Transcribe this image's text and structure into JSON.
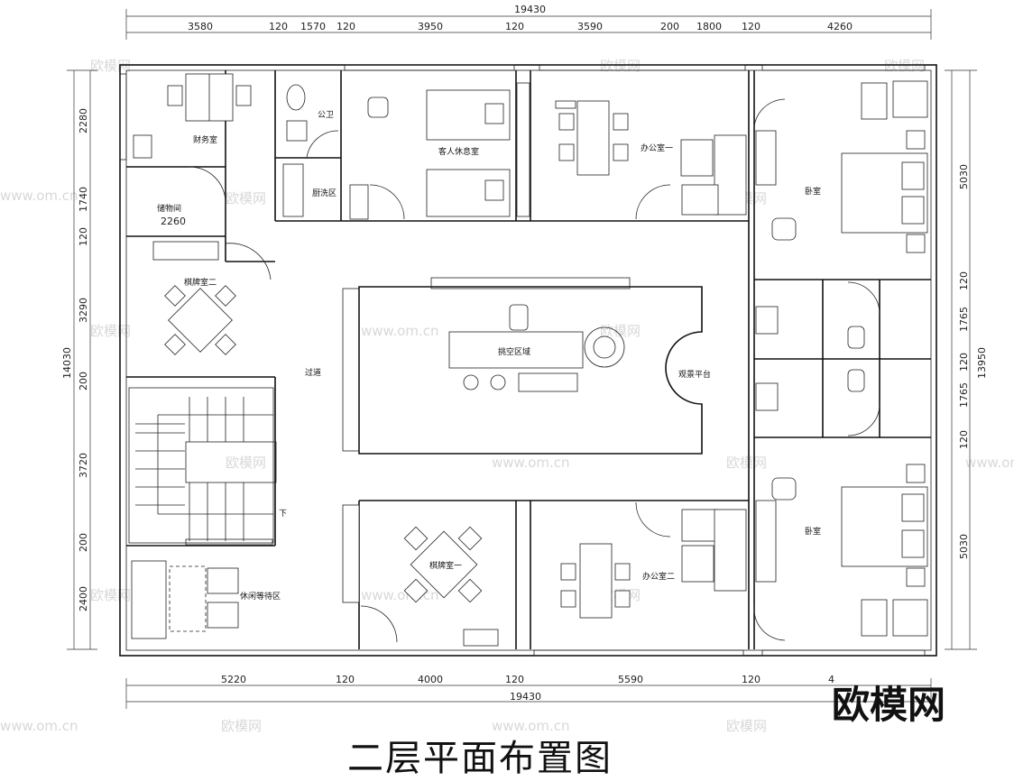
{
  "title": "二层平面布置图",
  "brand_logo": "欧模网",
  "watermark": "欧模网",
  "watermark_url": "www.om.cn",
  "top_dims": {
    "total": "19430",
    "segments": [
      "3580",
      "120",
      "1570",
      "120",
      "3950",
      "120",
      "3590",
      "200",
      "1800",
      "120",
      "4260"
    ]
  },
  "bottom_dims": {
    "total": "19430",
    "segments": [
      "5220",
      "120",
      "4000",
      "120",
      "5590",
      "120",
      "4"
    ]
  },
  "left_dims": {
    "total": "14030",
    "segments": [
      "2280",
      "1740",
      "120",
      "3290",
      "200",
      "3720",
      "200",
      "2400"
    ]
  },
  "right_dims": {
    "total": "13950",
    "segments": [
      "5030",
      "120",
      "1765",
      "120",
      "1765",
      "120",
      "5030"
    ]
  },
  "inner_dim": "2260",
  "rooms": {
    "finance": "财务室",
    "toilet": "公卫",
    "storage": "储物间",
    "kitchen": "厨洗区",
    "guest_rest": "客人休息室",
    "office1": "办公室一",
    "bedroom_top": "卧室",
    "chess2": "棋牌室二",
    "corridor": "过道",
    "atrium": "挑空区域",
    "viewing": "观景平台",
    "chess1": "棋牌室一",
    "office2": "办公室二",
    "bedroom_bottom": "卧室",
    "lounge": "休闲等待区",
    "stairs_down": "下"
  }
}
